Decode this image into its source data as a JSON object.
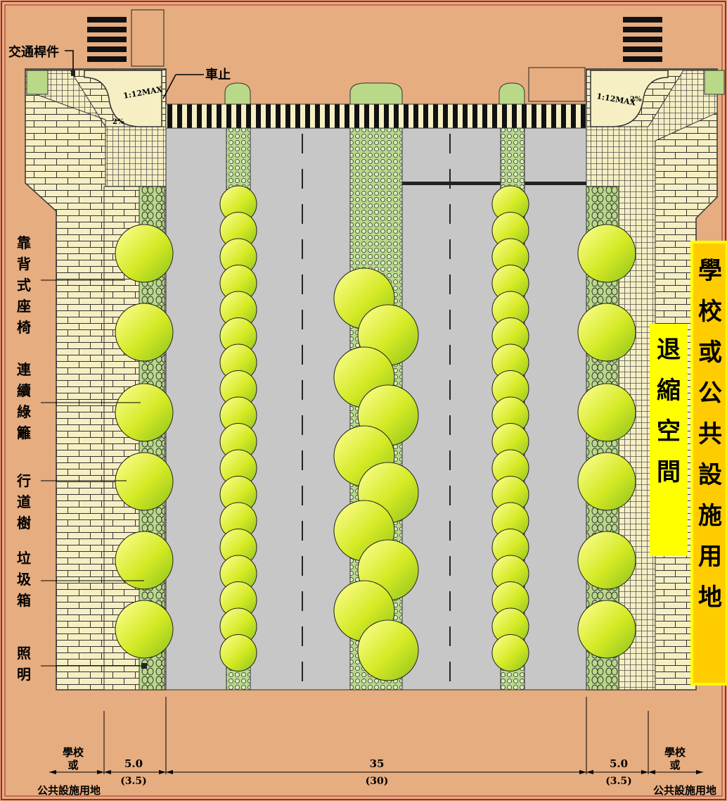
{
  "labels": {
    "traffic_pole": "交通桿件",
    "wheel_stop": "車止",
    "slope_max": "1:12MAX",
    "slope_pct": "2%",
    "bench": "靠背式座椅",
    "hedge": "連續綠籬",
    "street_tree": "行道樹",
    "trash_bin": "垃圾箱",
    "lighting": "照明"
  },
  "zones": {
    "setback_space": "退縮空間",
    "school_or_public": "學校或公共設施用地"
  },
  "dimensions": {
    "left_site": [
      "學校",
      "或",
      "公共設施用地"
    ],
    "left_sidewalk": {
      "value": "5.0",
      "alt": "(3.5)"
    },
    "road": {
      "value": "35",
      "alt": "(30)"
    },
    "right_sidewalk": {
      "value": "5.0",
      "alt": "(3.5)"
    },
    "right_site": [
      "學校",
      "或",
      "公共設施用地"
    ]
  },
  "colors": {
    "background": "#e6ad80",
    "paving": "#f6efc4",
    "road": "#c7c7c7",
    "median_green": "#b9d989",
    "tree_light": "#ffff99",
    "tree_dark": "#8cc21e",
    "highlight_yellow": "#ffff00",
    "highlight_orange": "#ffcc00"
  }
}
